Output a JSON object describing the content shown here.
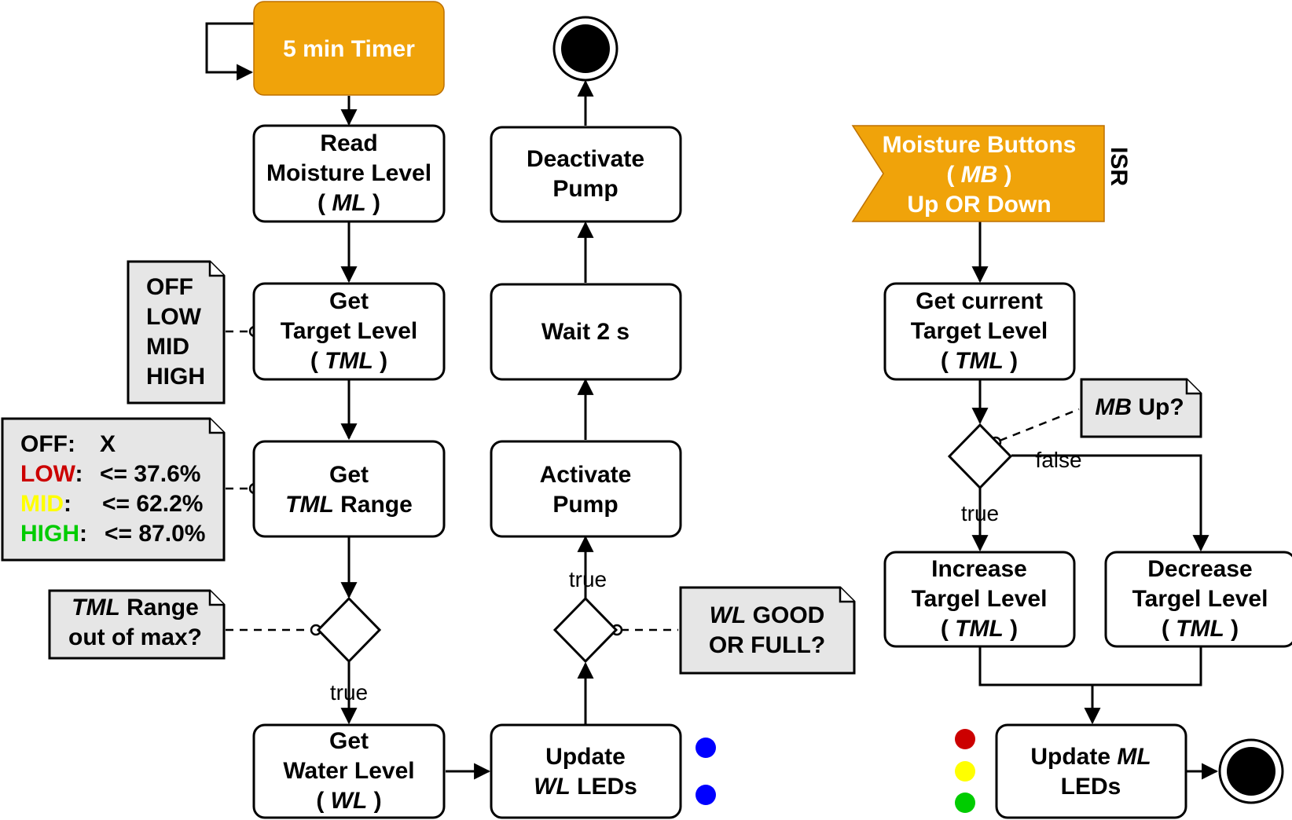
{
  "colors": {
    "accent": "#f0a30a",
    "accent_stroke": "#bd7000",
    "node_fill": "#ffffff",
    "note_fill": "#e6e6e6",
    "red": "#cc0000",
    "yellow": "#ffff00",
    "green": "#00cc00",
    "blue": "#0000ff"
  },
  "timer": {
    "label": "5 min Timer"
  },
  "read_moisture": {
    "line1": "Read",
    "line2": "Moisture Level",
    "open": "( ",
    "abbr": "ML",
    "close": " )"
  },
  "get_target": {
    "line1": "Get",
    "line2": "Target Level",
    "open": "( ",
    "abbr": "TML",
    "close": " )"
  },
  "levels_note": {
    "off": "OFF",
    "low": "LOW",
    "mid": "MID",
    "high": "HIGH"
  },
  "get_range": {
    "line1": "Get",
    "abbr": "TML",
    "rest": " Range"
  },
  "range_note": {
    "off_label": "OFF:",
    "off_value": "X",
    "low_label": "LOW",
    "low_value": "<= 37.6%",
    "mid_label": "MID",
    "mid_value": "<= 62.2%",
    "high_label": "HIGH",
    "high_value": "<= 87.0%",
    "colon": ":"
  },
  "range_question": {
    "abbr": "TML",
    "rest": " Range",
    "line2": "out of max?"
  },
  "true_label_1": "true",
  "get_water": {
    "line1": "Get",
    "line2": "Water Level",
    "open": "( ",
    "abbr": "WL",
    "close": " )"
  },
  "update_wl": {
    "line1": "Update",
    "abbr": "WL",
    "rest": " LEDs"
  },
  "wl_question": {
    "abbr": "WL",
    "rest": " GOOD",
    "line2": "OR FULL?"
  },
  "true_label_2": "true",
  "activate_pump": {
    "line1": "Activate",
    "line2": "Pump"
  },
  "wait": {
    "label": "Wait 2 s"
  },
  "deactivate_pump": {
    "line1": "Deactivate",
    "line2": "Pump"
  },
  "isr_event": {
    "line1": "Moisture Buttons",
    "open": "( ",
    "abbr": "MB",
    "close": " )",
    "line3": "Up OR Down"
  },
  "isr_label": "ISR",
  "get_current": {
    "line1": "Get current",
    "line2": "Target Level",
    "open": "( ",
    "abbr": "TML",
    "close": " )"
  },
  "mb_question": {
    "abbr": "MB",
    "rest": " Up?"
  },
  "false_label": "false",
  "true_label_3": "true",
  "increase": {
    "line1": "Increase",
    "line2": "Targel Level",
    "open": "( ",
    "abbr": "TML",
    "close": " )"
  },
  "decrease": {
    "line1": "Decrease",
    "line2": "Targel Level",
    "open": "( ",
    "abbr": "TML",
    "close": " )"
  },
  "update_ml": {
    "line1a": "Update ",
    "abbr": "ML",
    "line2": "LEDs"
  }
}
